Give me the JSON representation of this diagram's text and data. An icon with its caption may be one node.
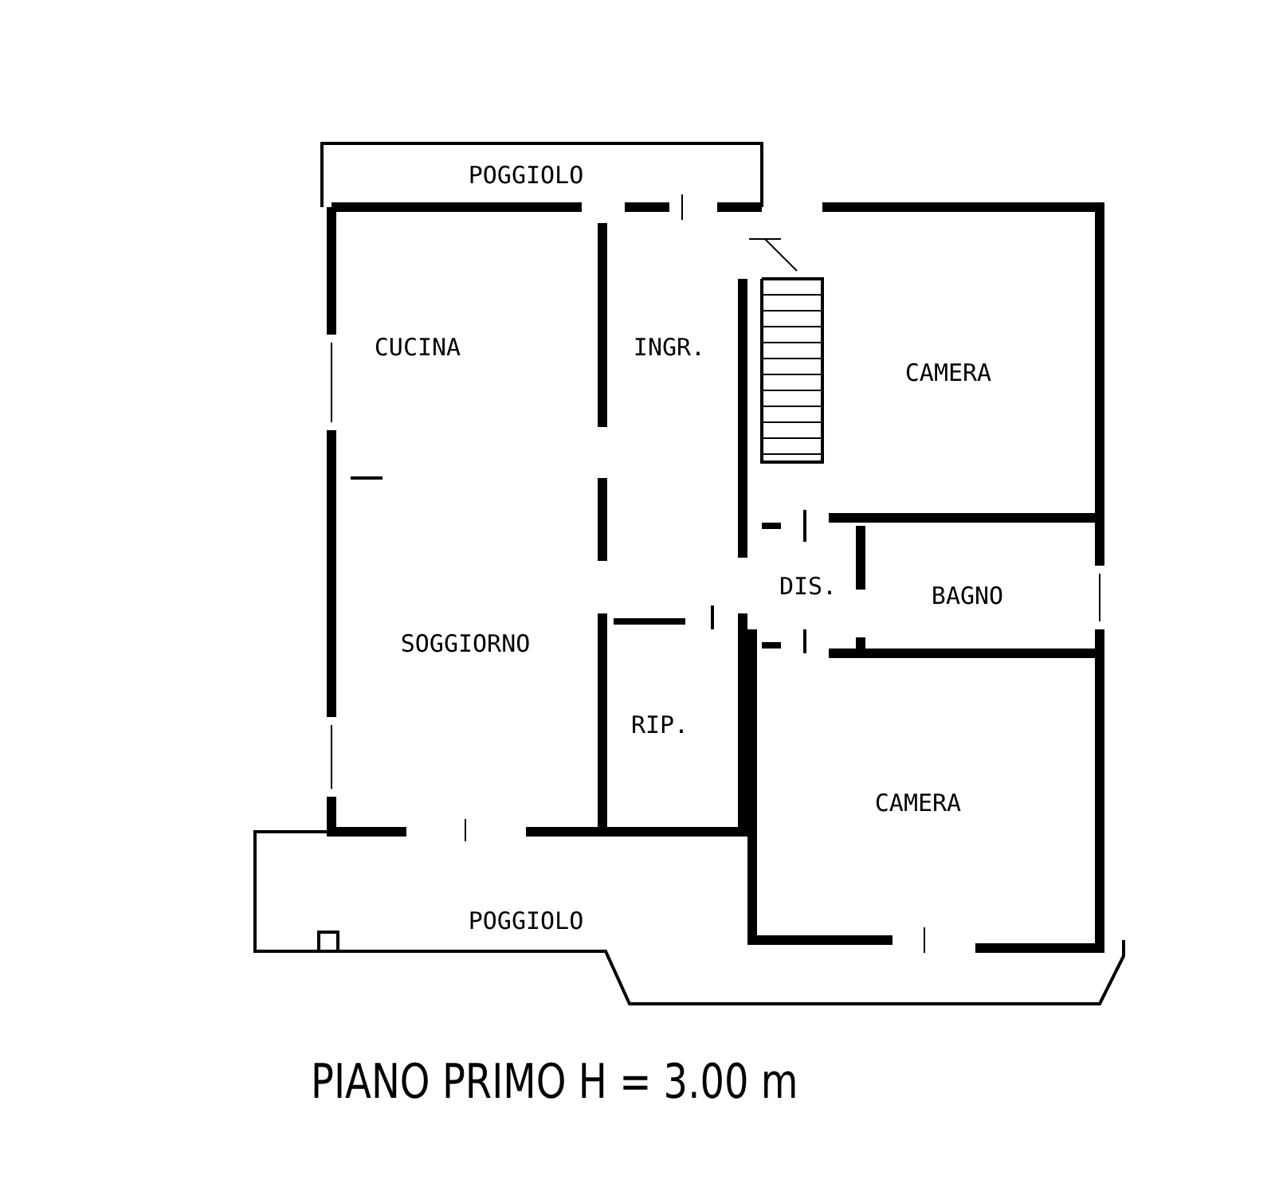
{
  "diagram": {
    "caption": "PIANO PRIMO H = 3.00 m",
    "labels": [
      "POGGIOLO",
      "CUCINA",
      "INGR.",
      "CAMERA",
      "DIS.",
      "BAGNO",
      "SOGGIORNO",
      "RIP.",
      "CAMERA",
      "POGGIOLO"
    ]
  }
}
